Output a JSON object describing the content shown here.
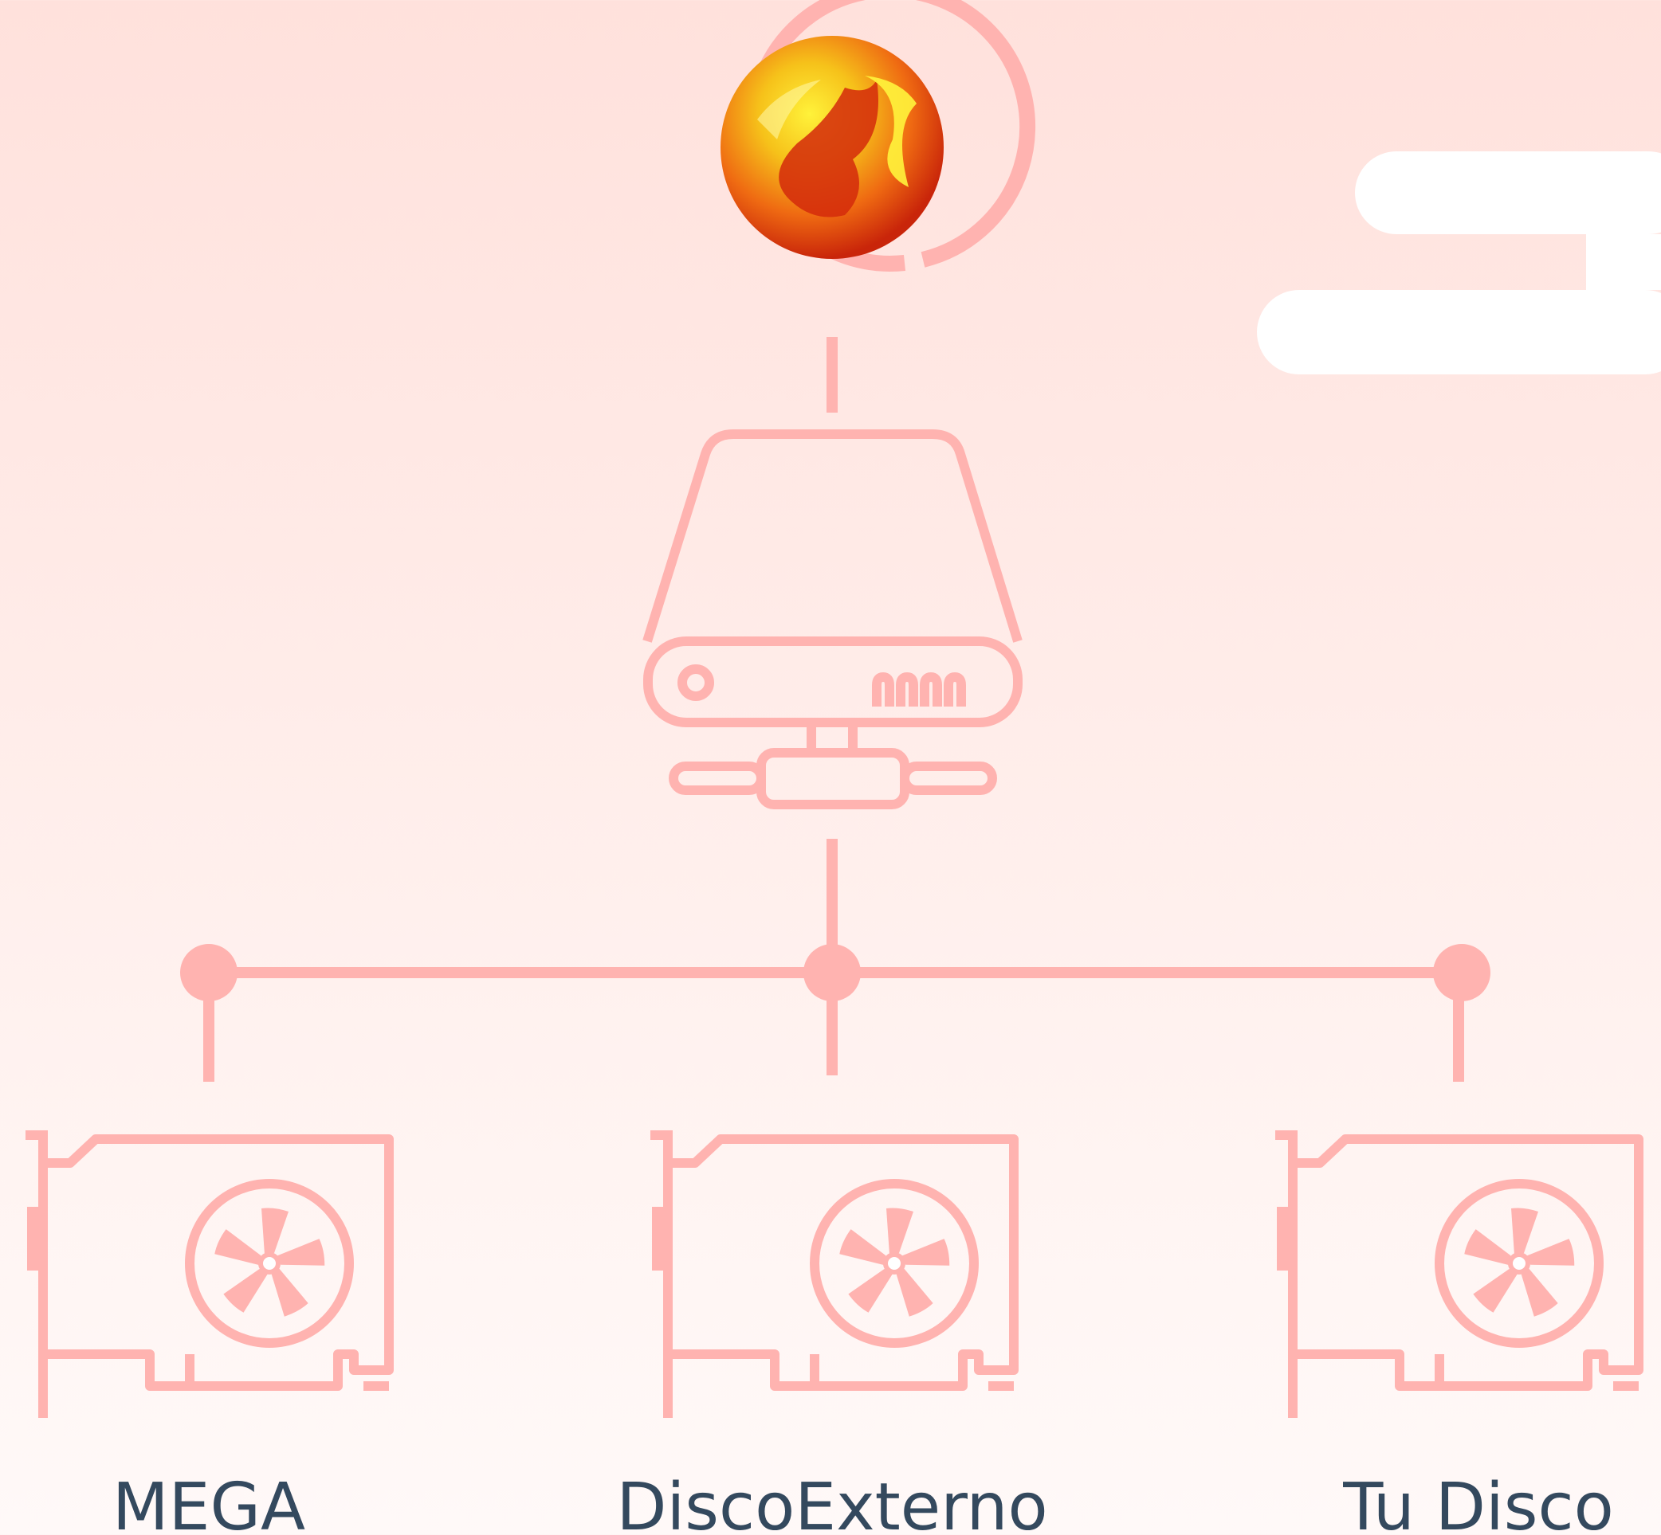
{
  "colors": {
    "accent": "#ffb3b0",
    "label": "#34495e",
    "background_top": "#ffe1dc",
    "background_bottom": "#fff9f8",
    "deco_pill": "#ffffff"
  },
  "root": {
    "icon": "fire-orb-avatar-icon"
  },
  "hub": {
    "icon": "external-hard-drive-icon"
  },
  "nodes": [
    {
      "label": "MEGA",
      "icon": "expansion-card-fan-icon"
    },
    {
      "label": "DiscoExterno",
      "icon": "expansion-card-fan-icon"
    },
    {
      "label": "Tu Disco",
      "icon": "expansion-card-fan-icon"
    }
  ]
}
